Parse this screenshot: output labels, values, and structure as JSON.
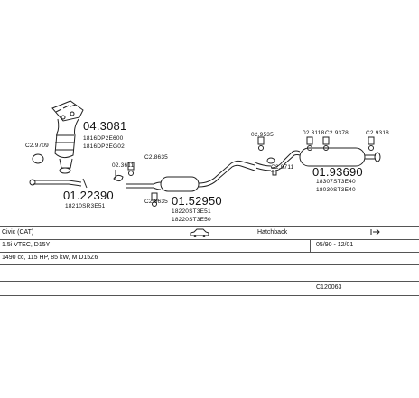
{
  "parts": {
    "cat_main": "04.3081",
    "cat_codes": [
      "1816DP2E600",
      "1816DP2EG02"
    ],
    "cat_clamp": "C2.9709",
    "front_main": "01.22390",
    "front_code": "18210SR3E51",
    "front_ref": "02.3611",
    "small_parts": [
      "C2.8635",
      "C2.8635"
    ],
    "center_main": "01.52950",
    "center_codes": [
      "18220ST3E51",
      "18220ST3E50"
    ],
    "rear_refs": [
      "02.9535",
      "C2.9711",
      "02.3118",
      "C2.9378",
      "C2.9318"
    ],
    "rear_main": "01.93690",
    "rear_codes": [
      "18307ST3E40",
      "18030ST3E40"
    ]
  },
  "info": {
    "model": "Civic (CAT)",
    "body_type": "Hatchback",
    "engine": "1.5i VTEC, D15Y",
    "date_range": "05/90 - 12/01",
    "spec": "1490 cc, 115 HP, 85 kW, M D15Z6",
    "ref_no": "C120063"
  },
  "icons": {
    "car": "car-icon",
    "arrow": "exit-arrow-icon"
  }
}
